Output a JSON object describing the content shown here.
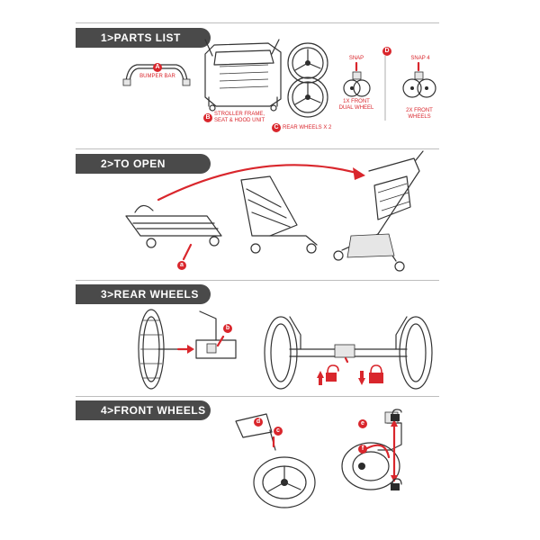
{
  "sections": [
    {
      "label": "1>PARTS LIST"
    },
    {
      "label": "2>TO OPEN"
    },
    {
      "label": "3>REAR WHEELS"
    },
    {
      "label": "4>FRONT WHEELS"
    }
  ],
  "parts": {
    "a": {
      "badge": "A",
      "name": "BUMPER BAR"
    },
    "b": {
      "badge": "B",
      "name": "STROLLER FRAME, SEAT & HOOD UNIT"
    },
    "c": {
      "badge": "C",
      "name": "REAR WHEELS x 2"
    },
    "d": {
      "badge": "D",
      "snap_left": "SNAP",
      "dual_wheel": "1x FRONT DUAL WHEEL",
      "snap_right": "SNAP 4",
      "front_wheels": "2x FRONT WHEELS"
    }
  },
  "step_badges": {
    "open": "a",
    "rear": "b",
    "front_c": "c",
    "front_d": "d",
    "front_e": "e",
    "front_f": "f"
  },
  "icons": [
    "unlock-icon",
    "lock-icon"
  ],
  "colors": {
    "accent": "#d9262c",
    "tab": "#4a4a4a"
  }
}
